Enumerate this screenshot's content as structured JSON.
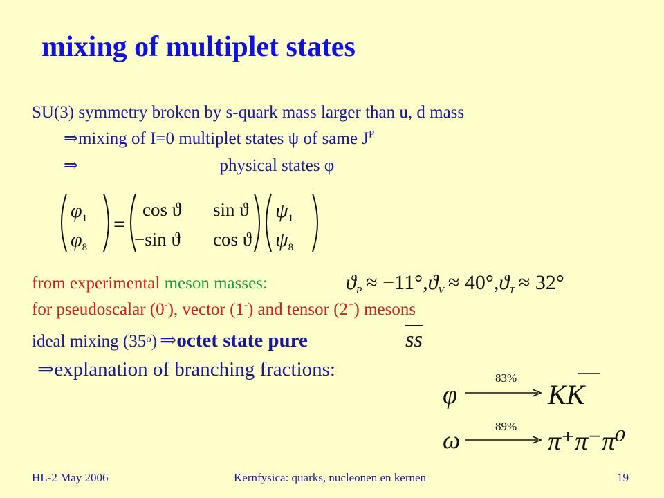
{
  "slide": {
    "title": "mixing of multiplet states",
    "line1": "SU(3) symmetry broken by s-quark mass larger than u, d mass",
    "line2": {
      "arrow": "⇒",
      "text": "mixing of I=0 multiplet states ψ of same J",
      "sup": "P"
    },
    "line3": {
      "arrow": "⇒",
      "text": "physical states φ"
    },
    "matrix": {
      "lhs_top": "φ",
      "lhs_top_sub": "1",
      "lhs_bot": "φ",
      "lhs_bot_sub": "8",
      "equals": "=",
      "m11": "cos ϑ",
      "m12": "sin ϑ",
      "m21": "−sin ϑ",
      "m22": "cos ϑ",
      "rhs_top": "ψ",
      "rhs_top_sub": "1",
      "rhs_bot": "ψ",
      "rhs_bot_sub": "8"
    },
    "experimental": {
      "from": "from experimental",
      "meson": "meson masses:",
      "formula": "ϑP ≈ −11°, ϑV ≈ 40°, ϑT ≈ 32°",
      "theta": "ϑ",
      "sub_p": "P",
      "sub_v": "V",
      "sub_t": "T",
      "val_p": "≈ −11°,",
      "val_v": "≈ 40°,",
      "val_t": "≈ 32°"
    },
    "pseudoscalar": {
      "p1": "for pseudoscalar (0",
      "s1": "-",
      "p2": "), vector (1",
      "s2": "-",
      "p3": ") and tensor (2",
      "s3": "+",
      "p4": ") mesons"
    },
    "ideal": {
      "text": "ideal mixing (35",
      "sup": "o",
      "close": ")",
      "arrow": "⇒",
      "bold": "octet state pure",
      "ss": "ss"
    },
    "explanation": {
      "arrow": "⇒",
      "text": "explanation of branching fractions:"
    },
    "decay_phi": {
      "particle": "φ",
      "percent": "83%",
      "products": "KK"
    },
    "decay_omega": {
      "particle": "ω",
      "percent": "89%",
      "products": "π⁺π⁻π⁰"
    }
  },
  "footer": {
    "left": "HL-2  May 2006",
    "center": "Kernfysica: quarks, nucleonen en kernen",
    "right": "19"
  }
}
